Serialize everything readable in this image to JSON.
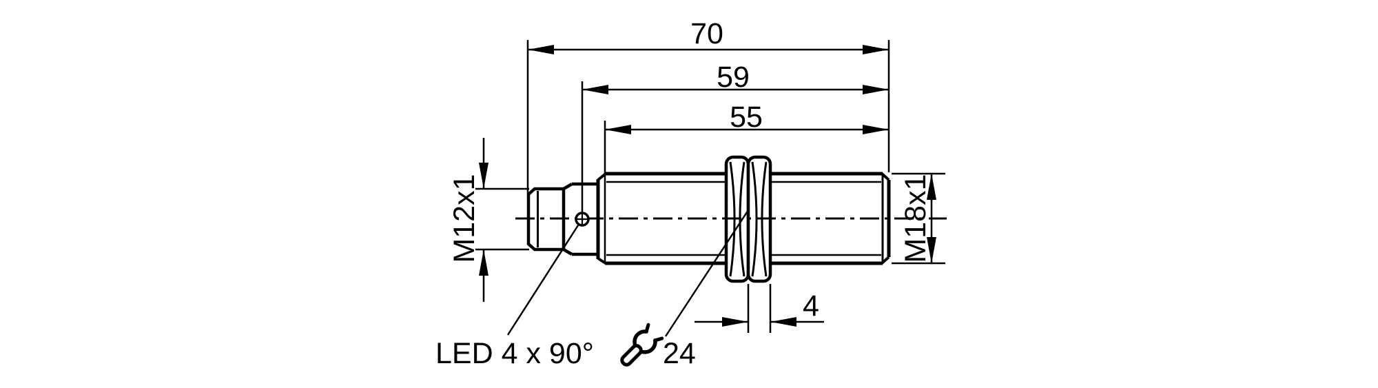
{
  "page": {
    "background": "#ffffff",
    "line_color": "#000000"
  },
  "drawing": {
    "description": "Dimensional technical drawing of a cylindrical threaded sensor with M12 connector, lock nuts and LED ring"
  },
  "dims": {
    "overall_length": "70",
    "length_to_led": "59",
    "thread_length": "55",
    "nut_thickness": "4",
    "connector_thread": "M12x1",
    "housing_thread": "M18x1"
  },
  "labels": {
    "led": "LED 4 x 90°",
    "wrench_size": "24"
  },
  "icons": {
    "wrench": "open-end wrench (spanner) symbol"
  }
}
